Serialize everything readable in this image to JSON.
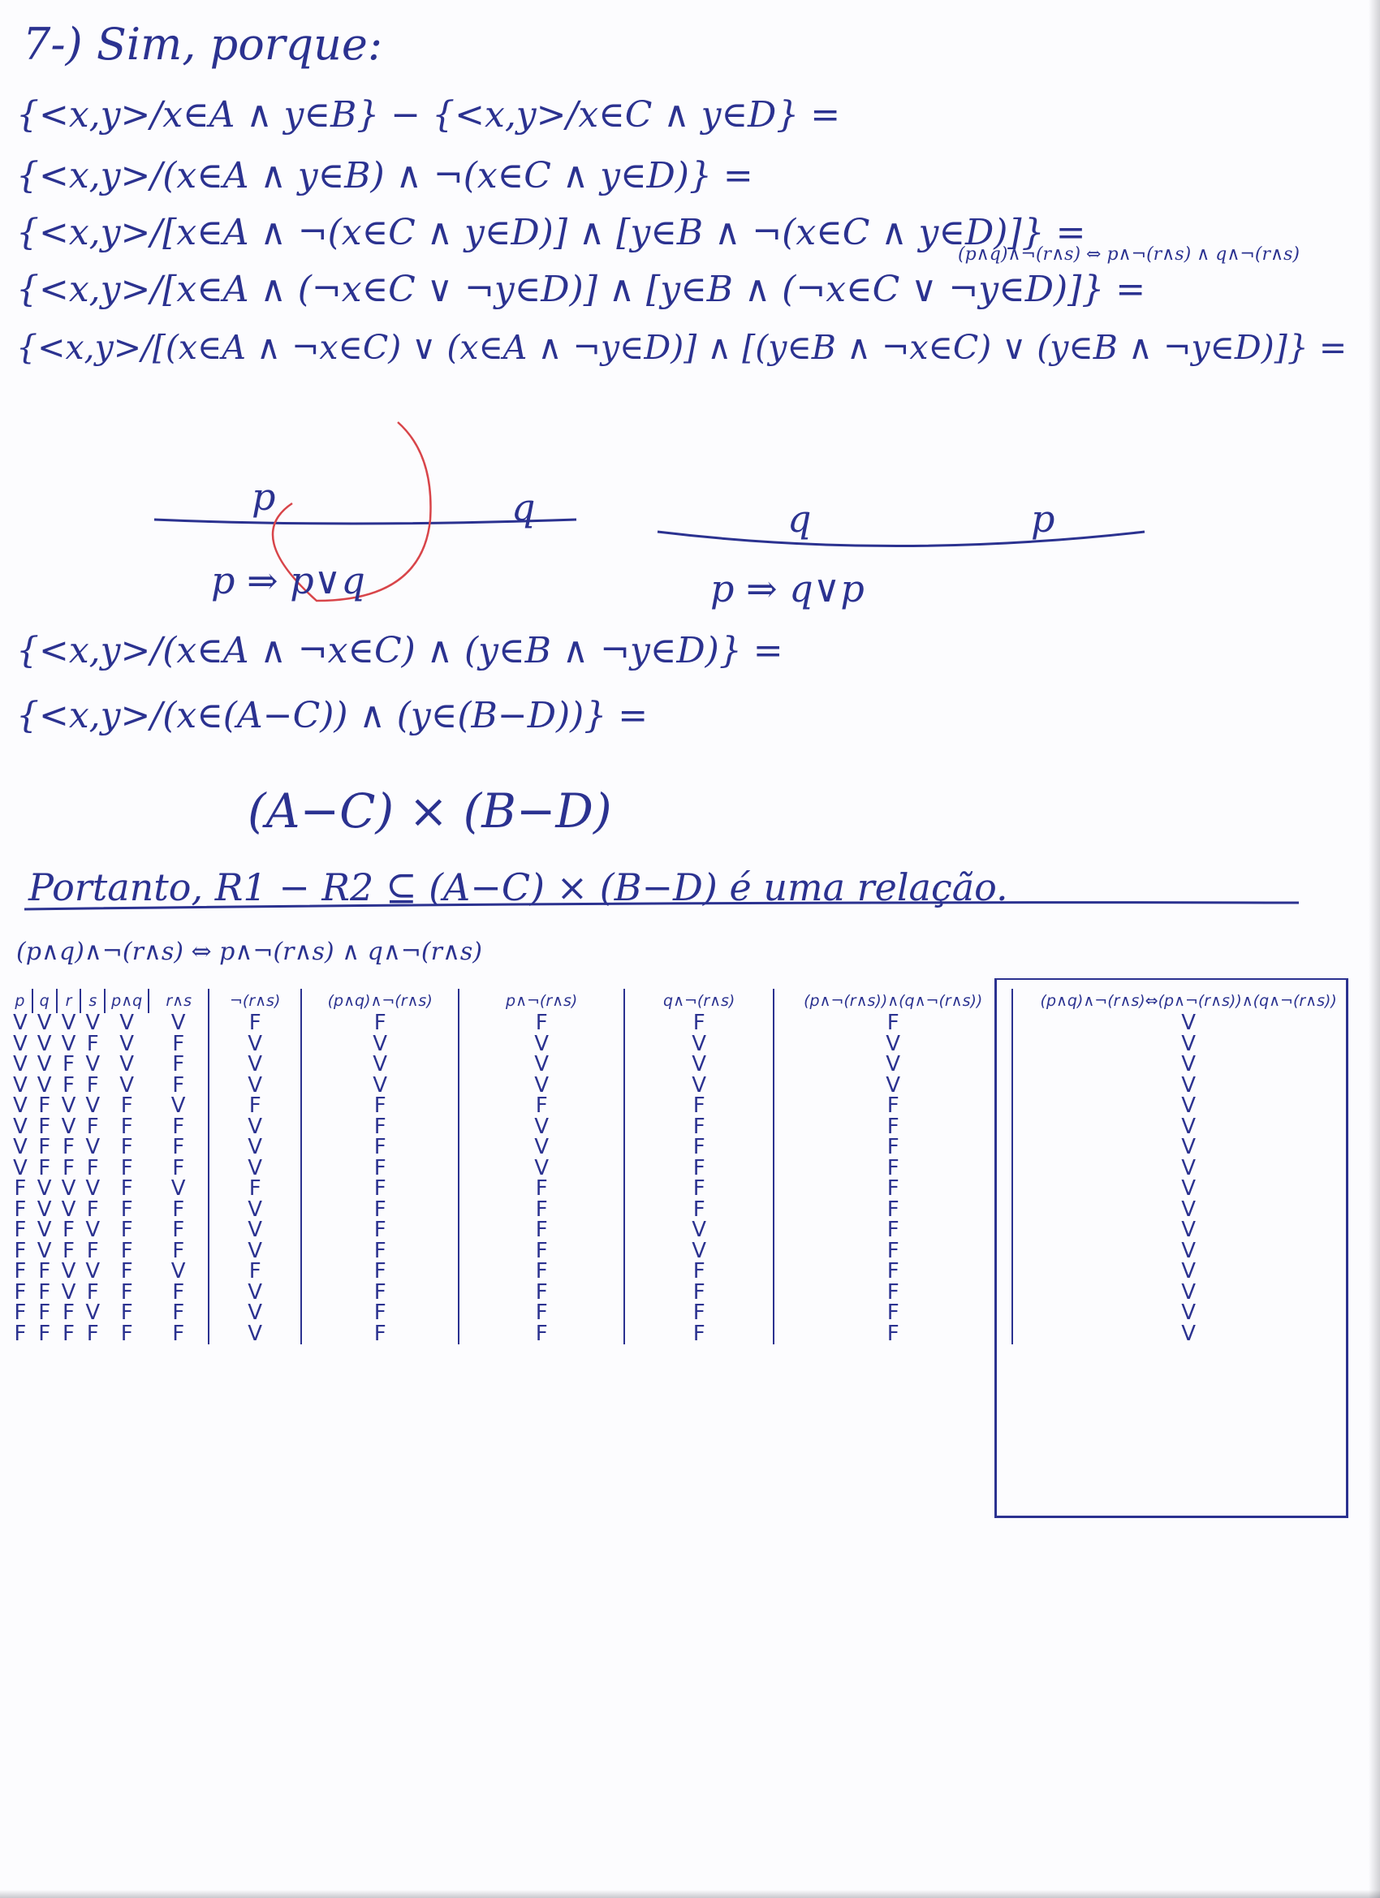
{
  "header": "7-) Sim, porque:",
  "lines": [
    "{<x,y>/x∈A ∧ y∈B} − {<x,y>/x∈C ∧ y∈D} =",
    "{<x,y>/(x∈A ∧ y∈B) ∧ ¬(x∈C ∧ y∈D)} =",
    "{<x,y>/[x∈A ∧ ¬(x∈C ∧ y∈D)] ∧ [y∈B ∧ ¬(x∈C ∧ y∈D)]} =",
    "{<x,y>/[x∈A ∧ (¬x∈C ∨ ¬y∈D)] ∧ [y∈B ∧ (¬x∈C ∨ ¬y∈D)]} =",
    "{<x,y>/[(x∈A ∧ ¬x∈C) ∨ (x∈A ∧ ¬y∈D)] ∧ [(y∈B ∧ ¬x∈C) ∨ (y∈B ∧ ¬y∈D)]} ="
  ],
  "side_note": "(p∧q)∧¬(r∧s) ⇔ p∧¬(r∧s) ∧ q∧¬(r∧s)",
  "braces": {
    "left_p": "p",
    "left_q": "q",
    "right_q": "q",
    "right_p": "p",
    "left_rule": "p ⇒ p∨q",
    "right_rule": "p ⇒ q∨p"
  },
  "lines2": [
    "{<x,y>/(x∈A ∧ ¬x∈C) ∧ (y∈B ∧ ¬y∈D)} =",
    "{<x,y>/(x∈(A−C)) ∧ (y∈(B−D))} =",
    "(A−C) × (B−D)"
  ],
  "conclusion": "Portanto, R1 − R2 ⊆ (A−C) × (B−D) é uma relação.",
  "tautology": "(p∧q)∧¬(r∧s) ⇔ p∧¬(r∧s) ∧ q∧¬(r∧s)",
  "table": {
    "headers": [
      "p",
      "q",
      "r",
      "s",
      "p∧q",
      "r∧s",
      "¬(r∧s)",
      "(p∧q)∧¬(r∧s)",
      "p∧¬(r∧s)",
      "q∧¬(r∧s)",
      "(p∧¬(r∧s))∧(q∧¬(r∧s))",
      "(p∧q)∧¬(r∧s)⇔(p∧¬(r∧s))∧(q∧¬(r∧s))"
    ],
    "rows": [
      [
        "V",
        "V",
        "V",
        "V",
        "V",
        "V",
        "F",
        "F",
        "F",
        "F",
        "F",
        "V"
      ],
      [
        "V",
        "V",
        "V",
        "F",
        "V",
        "F",
        "V",
        "V",
        "V",
        "V",
        "V",
        "V"
      ],
      [
        "V",
        "V",
        "F",
        "V",
        "V",
        "F",
        "V",
        "V",
        "V",
        "V",
        "V",
        "V"
      ],
      [
        "V",
        "V",
        "F",
        "F",
        "V",
        "F",
        "V",
        "V",
        "V",
        "V",
        "V",
        "V"
      ],
      [
        "V",
        "F",
        "V",
        "V",
        "F",
        "V",
        "F",
        "F",
        "F",
        "F",
        "F",
        "V"
      ],
      [
        "V",
        "F",
        "V",
        "F",
        "F",
        "F",
        "V",
        "F",
        "V",
        "F",
        "F",
        "V"
      ],
      [
        "V",
        "F",
        "F",
        "V",
        "F",
        "F",
        "V",
        "F",
        "V",
        "F",
        "F",
        "V"
      ],
      [
        "V",
        "F",
        "F",
        "F",
        "F",
        "F",
        "V",
        "F",
        "V",
        "F",
        "F",
        "V"
      ],
      [
        "F",
        "V",
        "V",
        "V",
        "F",
        "V",
        "F",
        "F",
        "F",
        "F",
        "F",
        "V"
      ],
      [
        "F",
        "V",
        "V",
        "F",
        "F",
        "F",
        "V",
        "F",
        "F",
        "F",
        "F",
        "V"
      ],
      [
        "F",
        "V",
        "F",
        "V",
        "F",
        "F",
        "V",
        "F",
        "F",
        "V",
        "F",
        "V"
      ],
      [
        "F",
        "V",
        "F",
        "F",
        "F",
        "F",
        "V",
        "F",
        "F",
        "V",
        "F",
        "V"
      ],
      [
        "F",
        "F",
        "V",
        "V",
        "F",
        "V",
        "F",
        "F",
        "F",
        "F",
        "F",
        "V"
      ],
      [
        "F",
        "F",
        "V",
        "F",
        "F",
        "F",
        "V",
        "F",
        "F",
        "F",
        "F",
        "V"
      ],
      [
        "F",
        "F",
        "F",
        "V",
        "F",
        "F",
        "V",
        "F",
        "F",
        "F",
        "F",
        "V"
      ],
      [
        "F",
        "F",
        "F",
        "F",
        "F",
        "F",
        "V",
        "F",
        "F",
        "F",
        "F",
        "V"
      ]
    ]
  },
  "colors": {
    "ink": "#2b3290",
    "correction": "#d8454a",
    "paper": "#fcfcfe"
  }
}
